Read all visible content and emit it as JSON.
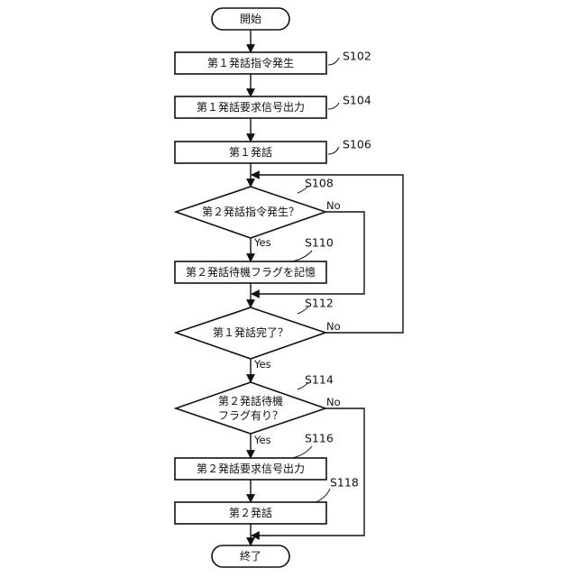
{
  "start": "開始",
  "end": "終了",
  "steps": {
    "s102": {
      "id": "S102",
      "text": "第１発話指令発生"
    },
    "s104": {
      "id": "S104",
      "text": "第１発話要求信号出力"
    },
    "s106": {
      "id": "S106",
      "text": "第１発話"
    },
    "s108": {
      "id": "S108",
      "text": "第２発話指令発生？"
    },
    "s110": {
      "id": "S110",
      "text": "第２発話待機フラグを記憶"
    },
    "s112": {
      "id": "S112",
      "text": "第１発話完了？"
    },
    "s114": {
      "id": "S114",
      "line1": "第２発話待機",
      "line2": "フラグ有り？"
    },
    "s116": {
      "id": "S116",
      "text": "第２発話要求信号出力"
    },
    "s118": {
      "id": "S118",
      "text": "第２発話"
    }
  },
  "branch": {
    "yes": "Yes",
    "no": "No"
  }
}
